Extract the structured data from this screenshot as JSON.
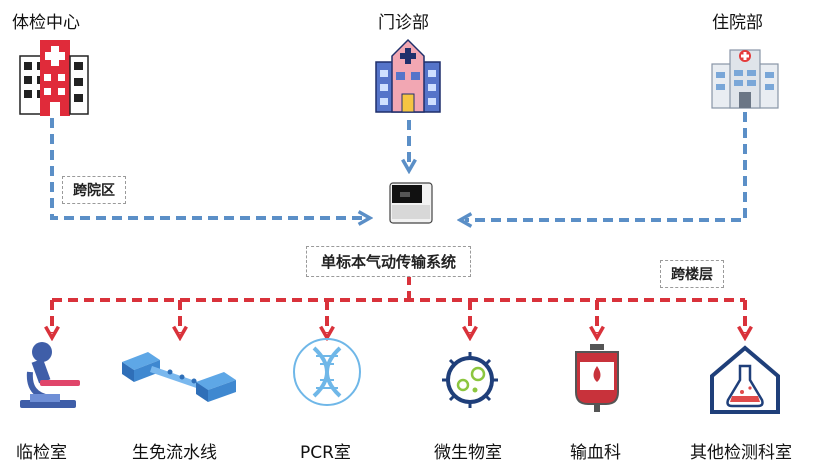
{
  "sources": [
    {
      "label": "体检中心",
      "icon": "hospital-red-icon"
    },
    {
      "label": "门诊部",
      "icon": "clinic-building-icon"
    },
    {
      "label": "住院部",
      "icon": "inpatient-building-icon"
    }
  ],
  "center": {
    "label": "单标本气动传输系统",
    "icon": "pneumatic-station-icon"
  },
  "tags": {
    "cross_campus": "跨院区",
    "cross_floor": "跨楼层"
  },
  "destinations": [
    {
      "label": "临检室",
      "icon": "microscope-icon"
    },
    {
      "label": "生免流水线",
      "icon": "assembly-line-icon"
    },
    {
      "label": "PCR室",
      "icon": "dna-icon"
    },
    {
      "label": "微生物室",
      "icon": "microbe-icon"
    },
    {
      "label": "输血科",
      "icon": "blood-bag-icon"
    },
    {
      "label": "其他检测科室",
      "icon": "lab-house-icon"
    }
  ],
  "colors": {
    "blue_line": "#5b8fc7",
    "red_line": "#d9323b"
  }
}
